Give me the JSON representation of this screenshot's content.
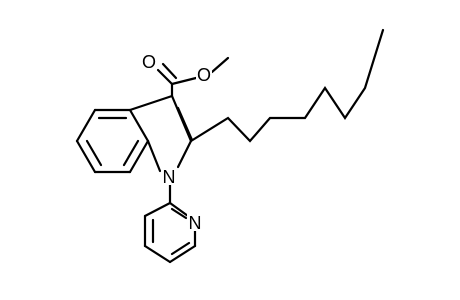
{
  "molecule": {
    "atoms": {
      "ester_carbonyl_oxygen": "O",
      "ester_methoxy_oxygen": "O",
      "indole_nitrogen": "N",
      "pyridine_nitrogen": "N"
    },
    "colors": {
      "bonds": "#000000",
      "labels": "#000000",
      "background": "#ffffff"
    }
  }
}
